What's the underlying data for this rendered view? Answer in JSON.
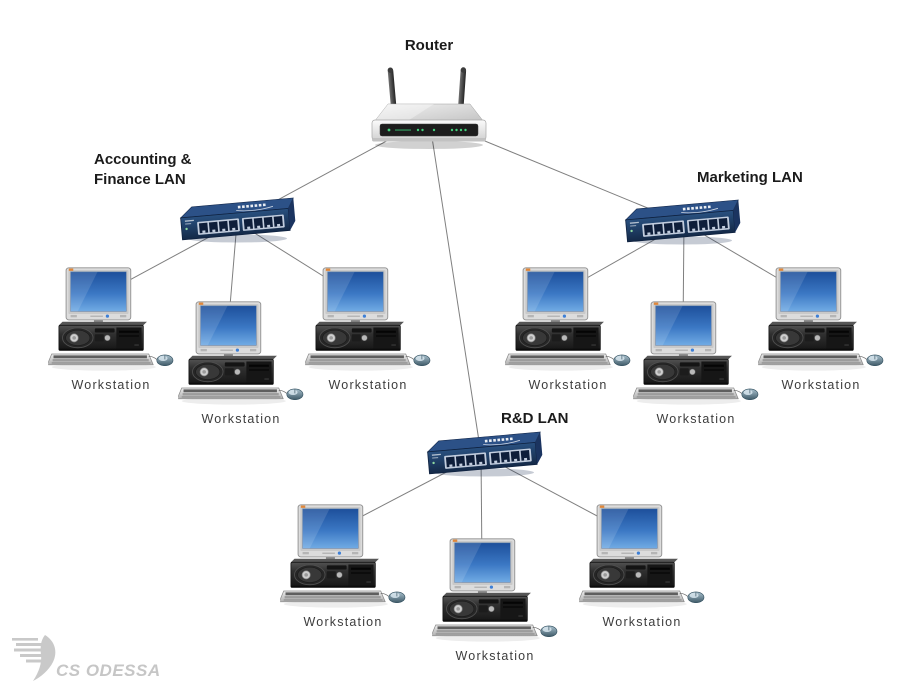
{
  "router": {
    "label": "Router"
  },
  "lans": [
    {
      "name": "accounting-finance",
      "label_lines": [
        "Accounting &",
        "Finance LAN"
      ]
    },
    {
      "name": "marketing",
      "label_lines": [
        "Marketing LAN"
      ]
    },
    {
      "name": "research-development",
      "label_lines": [
        "R&D LAN"
      ]
    }
  ],
  "workstations": [
    {
      "label": "Workstation"
    },
    {
      "label": "Workstation"
    },
    {
      "label": "Workstation"
    },
    {
      "label": "Workstation"
    },
    {
      "label": "Workstation"
    },
    {
      "label": "Workstation"
    },
    {
      "label": "Workstation"
    },
    {
      "label": "Workstation"
    },
    {
      "label": "Workstation"
    }
  ],
  "branding": {
    "logo_text": "CS ODESSA"
  },
  "colors": {
    "background": "#ffffff",
    "connector_line": "#7f7f7f",
    "switch_body": "#1e3a68",
    "router_led_green": "#43d17c",
    "screen_blue_top": "#1d4f9b",
    "screen_blue_bottom": "#71abe4",
    "heading_text": "#1b1b1b",
    "workstation_label_text": "#3d3d3d",
    "logo_gray": "#c6c6c6"
  }
}
